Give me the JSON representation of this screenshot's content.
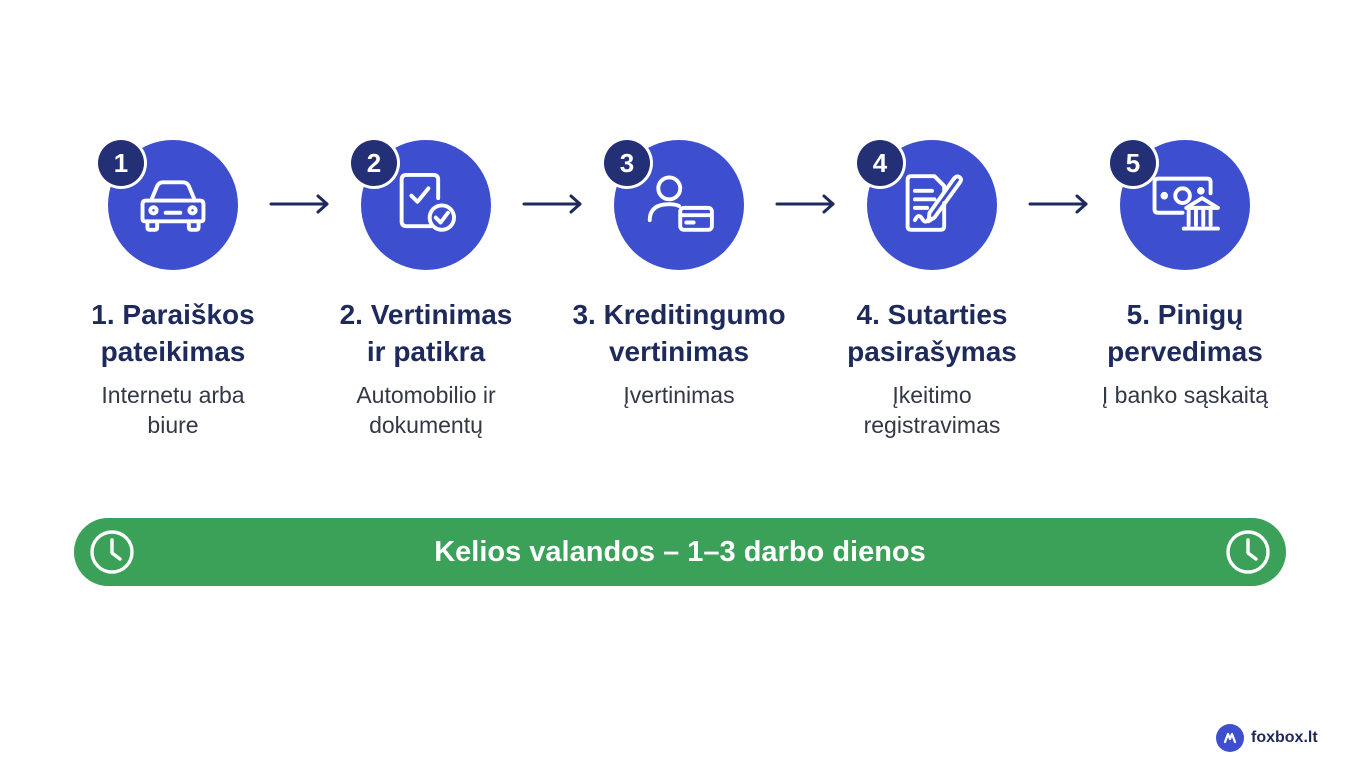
{
  "steps": [
    {
      "number": "1",
      "title_line1": "1. Paraiškos",
      "title_line2": "pateikimas",
      "desc_line1": "Internetu arba",
      "desc_line2": "biure",
      "icon": "car-icon"
    },
    {
      "number": "2",
      "title_line1": "2. Vertinimas",
      "title_line2": "ir patikra",
      "desc_line1": "Automobilio ir",
      "desc_line2": "dokumentų",
      "icon": "document-check-icon"
    },
    {
      "number": "3",
      "title_line1": "3. Kreditingumo",
      "title_line2": "vertinimas",
      "desc_line1": "Įvertinimas",
      "desc_line2": "",
      "icon": "person-card-icon"
    },
    {
      "number": "4",
      "title_line1": "4. Sutarties",
      "title_line2": "pasirašymas",
      "desc_line1": "Įkeitimo",
      "desc_line2": "registravimas",
      "icon": "contract-sign-icon"
    },
    {
      "number": "5",
      "title_line1": "5. Pinigų",
      "title_line2": "pervedimas",
      "desc_line1": "Į banko sąskaitą",
      "desc_line2": "",
      "icon": "money-bank-icon"
    }
  ],
  "timeline": {
    "label": "Kelios valandos – 1–3 darbo dienos"
  },
  "brand": {
    "name": "foxbox.lt"
  },
  "colors": {
    "circle": "#3d4fcf",
    "badge": "#233075",
    "title": "#1f2a5c",
    "timebar": "#3ba058"
  }
}
